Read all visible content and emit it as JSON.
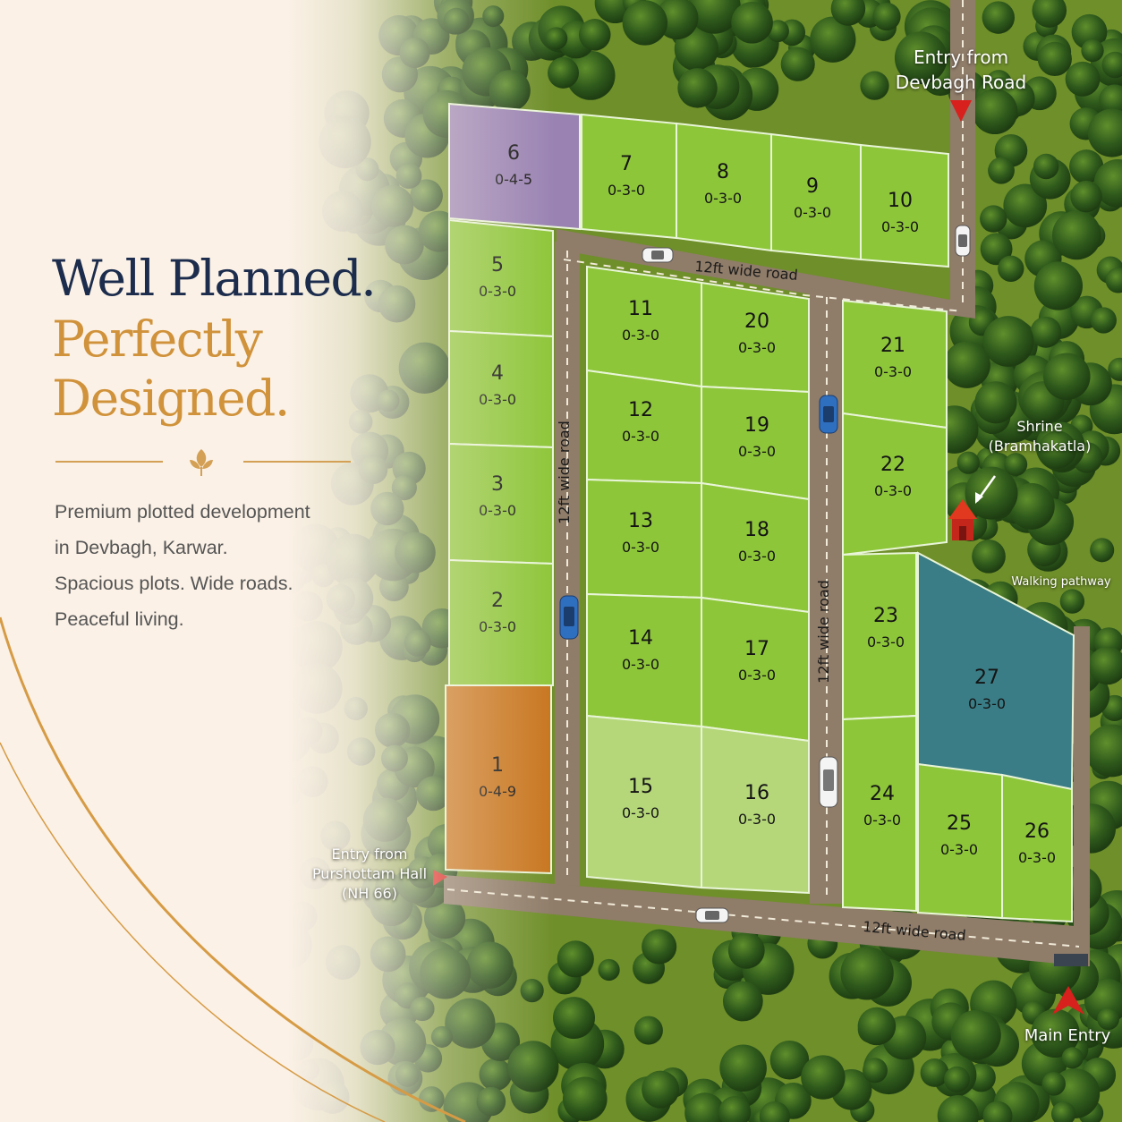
{
  "headline": {
    "line1": "Well Planned.",
    "line2a": "Perfectly",
    "line2b": "Designed."
  },
  "description": [
    "Premium plotted development",
    "in Devbagh, Karwar.",
    "Spacious plots. Wide roads.",
    "Peaceful living."
  ],
  "colors": {
    "navy": "#1c2c4c",
    "gold": "#d0923a",
    "plot_green": "#8ec63a",
    "plot_light_green": "#b5d77a",
    "plot_purple": "#9a83b3",
    "plot_orange": "#c8761f",
    "plot_teal": "#3a7d86",
    "road": "#8f7c69",
    "marker_red": "#d8201c"
  },
  "icons": [
    "leaf-icon",
    "arrow-down-icon",
    "arrow-up-icon",
    "arrow-right-icon",
    "shrine-icon",
    "car-icon",
    "tree-icon"
  ],
  "roads": {
    "top": "12ft wide road",
    "left": "12ft wide road",
    "right": "12ft wide road",
    "bottom": "12ft wide road"
  },
  "labels": {
    "entry_devbagh": [
      "Entry from",
      "Devbagh Road"
    ],
    "entry_purshottam": [
      "Entry from",
      "Purshottam Hall",
      "(NH 66)"
    ],
    "shrine": [
      "Shrine",
      "(Bramhakatla)"
    ],
    "walking_pathway": "Walking pathway",
    "main_entry": "Main Entry"
  },
  "plots": [
    {
      "no": "1",
      "area": "0-4-9"
    },
    {
      "no": "2",
      "area": "0-3-0"
    },
    {
      "no": "3",
      "area": "0-3-0"
    },
    {
      "no": "4",
      "area": "0-3-0"
    },
    {
      "no": "5",
      "area": "0-3-0"
    },
    {
      "no": "6",
      "area": "0-4-5"
    },
    {
      "no": "7",
      "area": "0-3-0"
    },
    {
      "no": "8",
      "area": "0-3-0"
    },
    {
      "no": "9",
      "area": "0-3-0"
    },
    {
      "no": "10",
      "area": "0-3-0"
    },
    {
      "no": "11",
      "area": "0-3-0"
    },
    {
      "no": "12",
      "area": "0-3-0"
    },
    {
      "no": "13",
      "area": "0-3-0"
    },
    {
      "no": "14",
      "area": "0-3-0"
    },
    {
      "no": "15",
      "area": "0-3-0"
    },
    {
      "no": "16",
      "area": "0-3-0"
    },
    {
      "no": "17",
      "area": "0-3-0"
    },
    {
      "no": "18",
      "area": "0-3-0"
    },
    {
      "no": "19",
      "area": "0-3-0"
    },
    {
      "no": "20",
      "area": "0-3-0"
    },
    {
      "no": "21",
      "area": "0-3-0"
    },
    {
      "no": "22",
      "area": "0-3-0"
    },
    {
      "no": "23",
      "area": "0-3-0"
    },
    {
      "no": "24",
      "area": "0-3-0"
    },
    {
      "no": "25",
      "area": "0-3-0"
    },
    {
      "no": "26",
      "area": "0-3-0"
    },
    {
      "no": "27",
      "area": "0-3-0"
    }
  ]
}
